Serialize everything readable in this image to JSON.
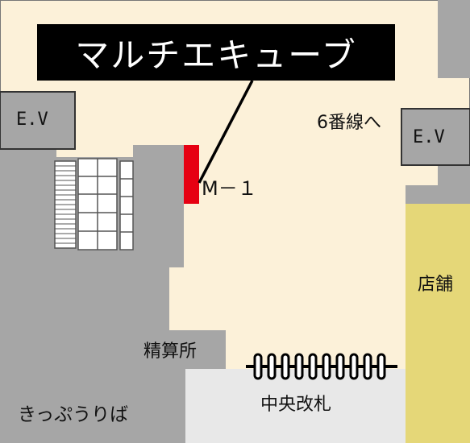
{
  "banner": {
    "title": "マルチエキューブ"
  },
  "labels": {
    "ev_left": "E.V",
    "ev_right": "E.V",
    "to_line6": "6番線へ",
    "marker": "M－１",
    "shop": "店舗",
    "fare_adjust": "精算所",
    "central_gate": "中央改札",
    "ticket_office": "きっぷうりば"
  },
  "colors": {
    "floor": "#fcf1d9",
    "wall": "#a6a6a6",
    "shop": "#e5d778",
    "gate_area": "#e8e8e8",
    "marker": "#e60012",
    "banner_bg": "#000000",
    "banner_text": "#ffffff"
  }
}
